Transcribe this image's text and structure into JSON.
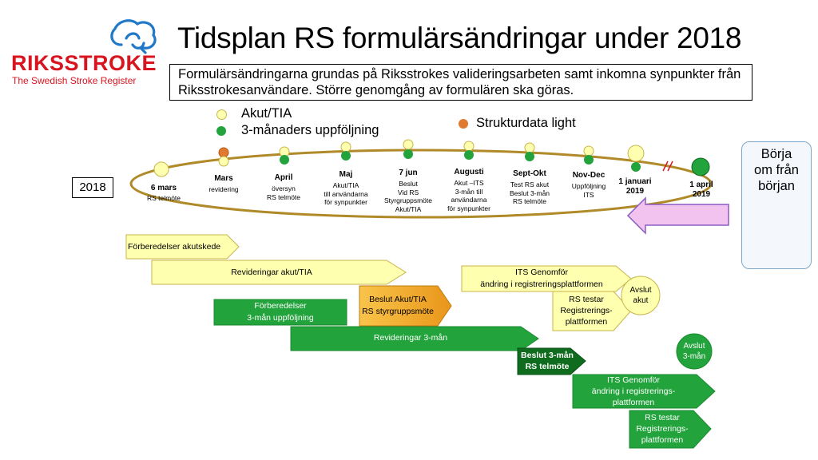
{
  "logo": {
    "name": "RIKSSTROKE",
    "tagline": "The Swedish Stroke Register"
  },
  "title": "Tidsplan RS formulärsändringar under 2018",
  "intro": "Formulärsändringarna grundas på Riksstrokes valideringsarbeten samt inkomna synpunkter från Riksstrokesanvändare. Större genomgång av formulären ska göras.",
  "legend": [
    {
      "label": "Akut/TIA",
      "color": "#ffffb0"
    },
    {
      "label": "3-månaders uppföljning",
      "color": "#22a33c"
    },
    {
      "label": "Strukturdata light",
      "color": "#e07a30"
    }
  ],
  "year": "2018",
  "milestones": [
    {
      "head": "6 mars",
      "sub": "RS telmöte"
    },
    {
      "head": "Mars",
      "sub": "revidering"
    },
    {
      "head": "April",
      "sub": "översyn\nRS telmöte"
    },
    {
      "head": "Maj",
      "sub": "Akut/TIA\ntill användarna\nför synpunkter"
    },
    {
      "head": "7 jun",
      "sub": "Beslut\nVid RS\nStyrgruppsmöte\nAkut/TIA"
    },
    {
      "head": "Augusti",
      "sub": "Akut –ITS\n3-mån till\nanvändarna\nför synpunkter"
    },
    {
      "head": "Sept-Okt",
      "sub": "Test RS akut\nBeslut 3-mån\nRS telmöte"
    },
    {
      "head": "Nov-Dec",
      "sub": "Uppföljning\nITS"
    },
    {
      "head": "1 januari\n2019",
      "sub": ""
    },
    {
      "head": "1 april\n2019",
      "sub": ""
    }
  ],
  "restart": "Börja\nom från\nbörjan",
  "tasks": [
    {
      "label": "Förberedelser akutskede",
      "color": "#ffffb0"
    },
    {
      "label": "Revideringar akut/TIA",
      "color": "#ffffb0"
    },
    {
      "label": "ITS Genomför\nändring i registreringsplattformen",
      "color": "#ffffb0"
    },
    {
      "label": "Avslut\nakut",
      "color": "#ffffb0"
    },
    {
      "label": "Förberedelser\n3-mån uppföljning",
      "color": "#22a33c"
    },
    {
      "label": "Beslut Akut/TIA\nRS styrgruppsmöte",
      "color": "#f5a623"
    },
    {
      "label": "RS testar\nRegistrerings-\nplattformen",
      "color": "#ffffb0"
    },
    {
      "label": "Revideringar 3-mån",
      "color": "#22a33c"
    },
    {
      "label": "Beslut 3-mån\nRS telmöte",
      "color": "#0f6b1e"
    },
    {
      "label": "Avslut\n3-mån",
      "color": "#22a33c"
    },
    {
      "label": "ITS Genomför\nändring i registrerings-\nplattformen",
      "color": "#22a33c"
    },
    {
      "label": "RS testar\nRegistrerings-\nplattformen",
      "color": "#22a33c"
    }
  ]
}
